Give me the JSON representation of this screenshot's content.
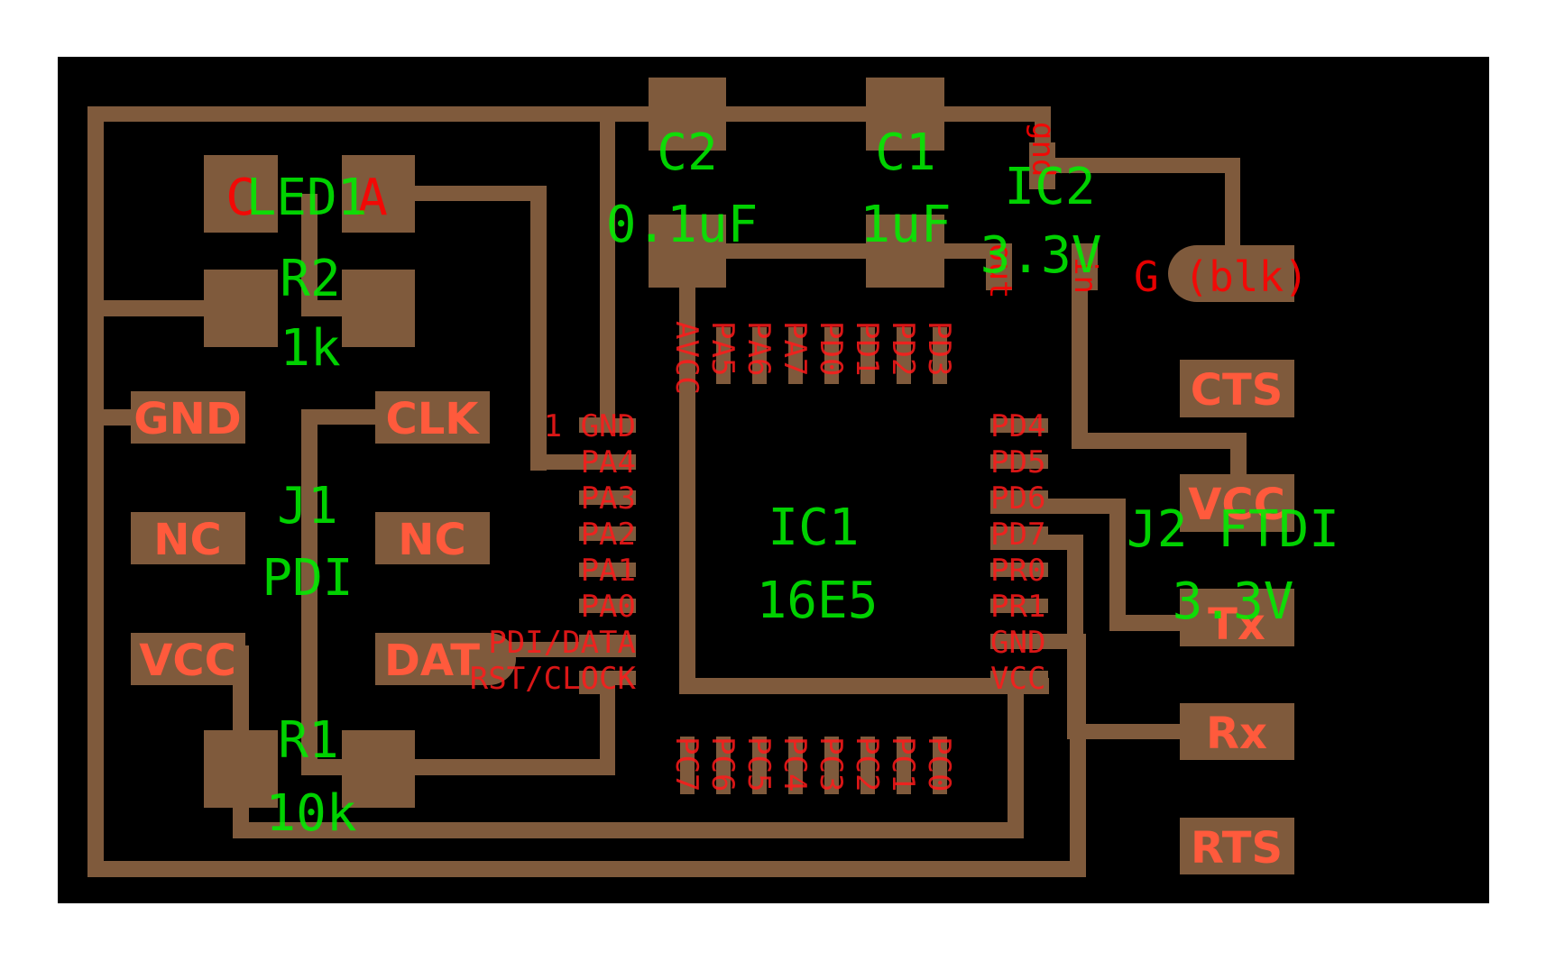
{
  "board": {
    "background": "#000000",
    "copper_color": "#7f5a3c",
    "silk_red": "#e60000",
    "silk_green": "#00e600"
  },
  "components": {
    "led1": {
      "ref": "LED1",
      "pad_c": "C",
      "pad_a": "A"
    },
    "r2": {
      "ref": "R2",
      "value": "1k"
    },
    "c2": {
      "ref": "C2",
      "value": "0.1uF"
    },
    "c1": {
      "ref": "C1",
      "value": "1uF"
    },
    "ic2": {
      "ref": "IC2",
      "value": "3.3V",
      "pin_gnd": "gnd",
      "pin_out": "out",
      "pin_in": "in"
    },
    "ic1": {
      "ref": "IC1",
      "value": "16E5"
    },
    "j1": {
      "ref": "J1",
      "value": "PDI",
      "pads": {
        "gnd": "GND",
        "clk": "CLK",
        "nc1": "NC",
        "nc2": "NC",
        "vcc": "VCC",
        "dat": "DAT"
      }
    },
    "r1": {
      "ref": "R1",
      "value": "10k"
    },
    "j2": {
      "ref": "J2 FTDI",
      "value": "3.3V",
      "pads": {
        "g": "G (blk)",
        "cts": "CTS",
        "vcc": "VCC",
        "tx": "Tx",
        "rx": "Rx",
        "rts": "RTS"
      }
    }
  },
  "ic1_pins": {
    "left": [
      "1 GND",
      "PA4",
      "PA3",
      "PA2",
      "PA1",
      "PA0",
      "PDI/DATA",
      "RST/CLOCK"
    ],
    "right": [
      "PD4",
      "PD5",
      "PD6",
      "PD7",
      "PR0",
      "PR1",
      "GND",
      "VCC"
    ],
    "top": [
      "AVCC",
      "PA5",
      "PA6",
      "PA7",
      "PD0",
      "PD1",
      "PD2",
      "PD3"
    ],
    "bottom": [
      "PC7",
      "PC6",
      "PC5",
      "PC4",
      "PC3",
      "PC2",
      "PC1",
      "PC0"
    ]
  }
}
